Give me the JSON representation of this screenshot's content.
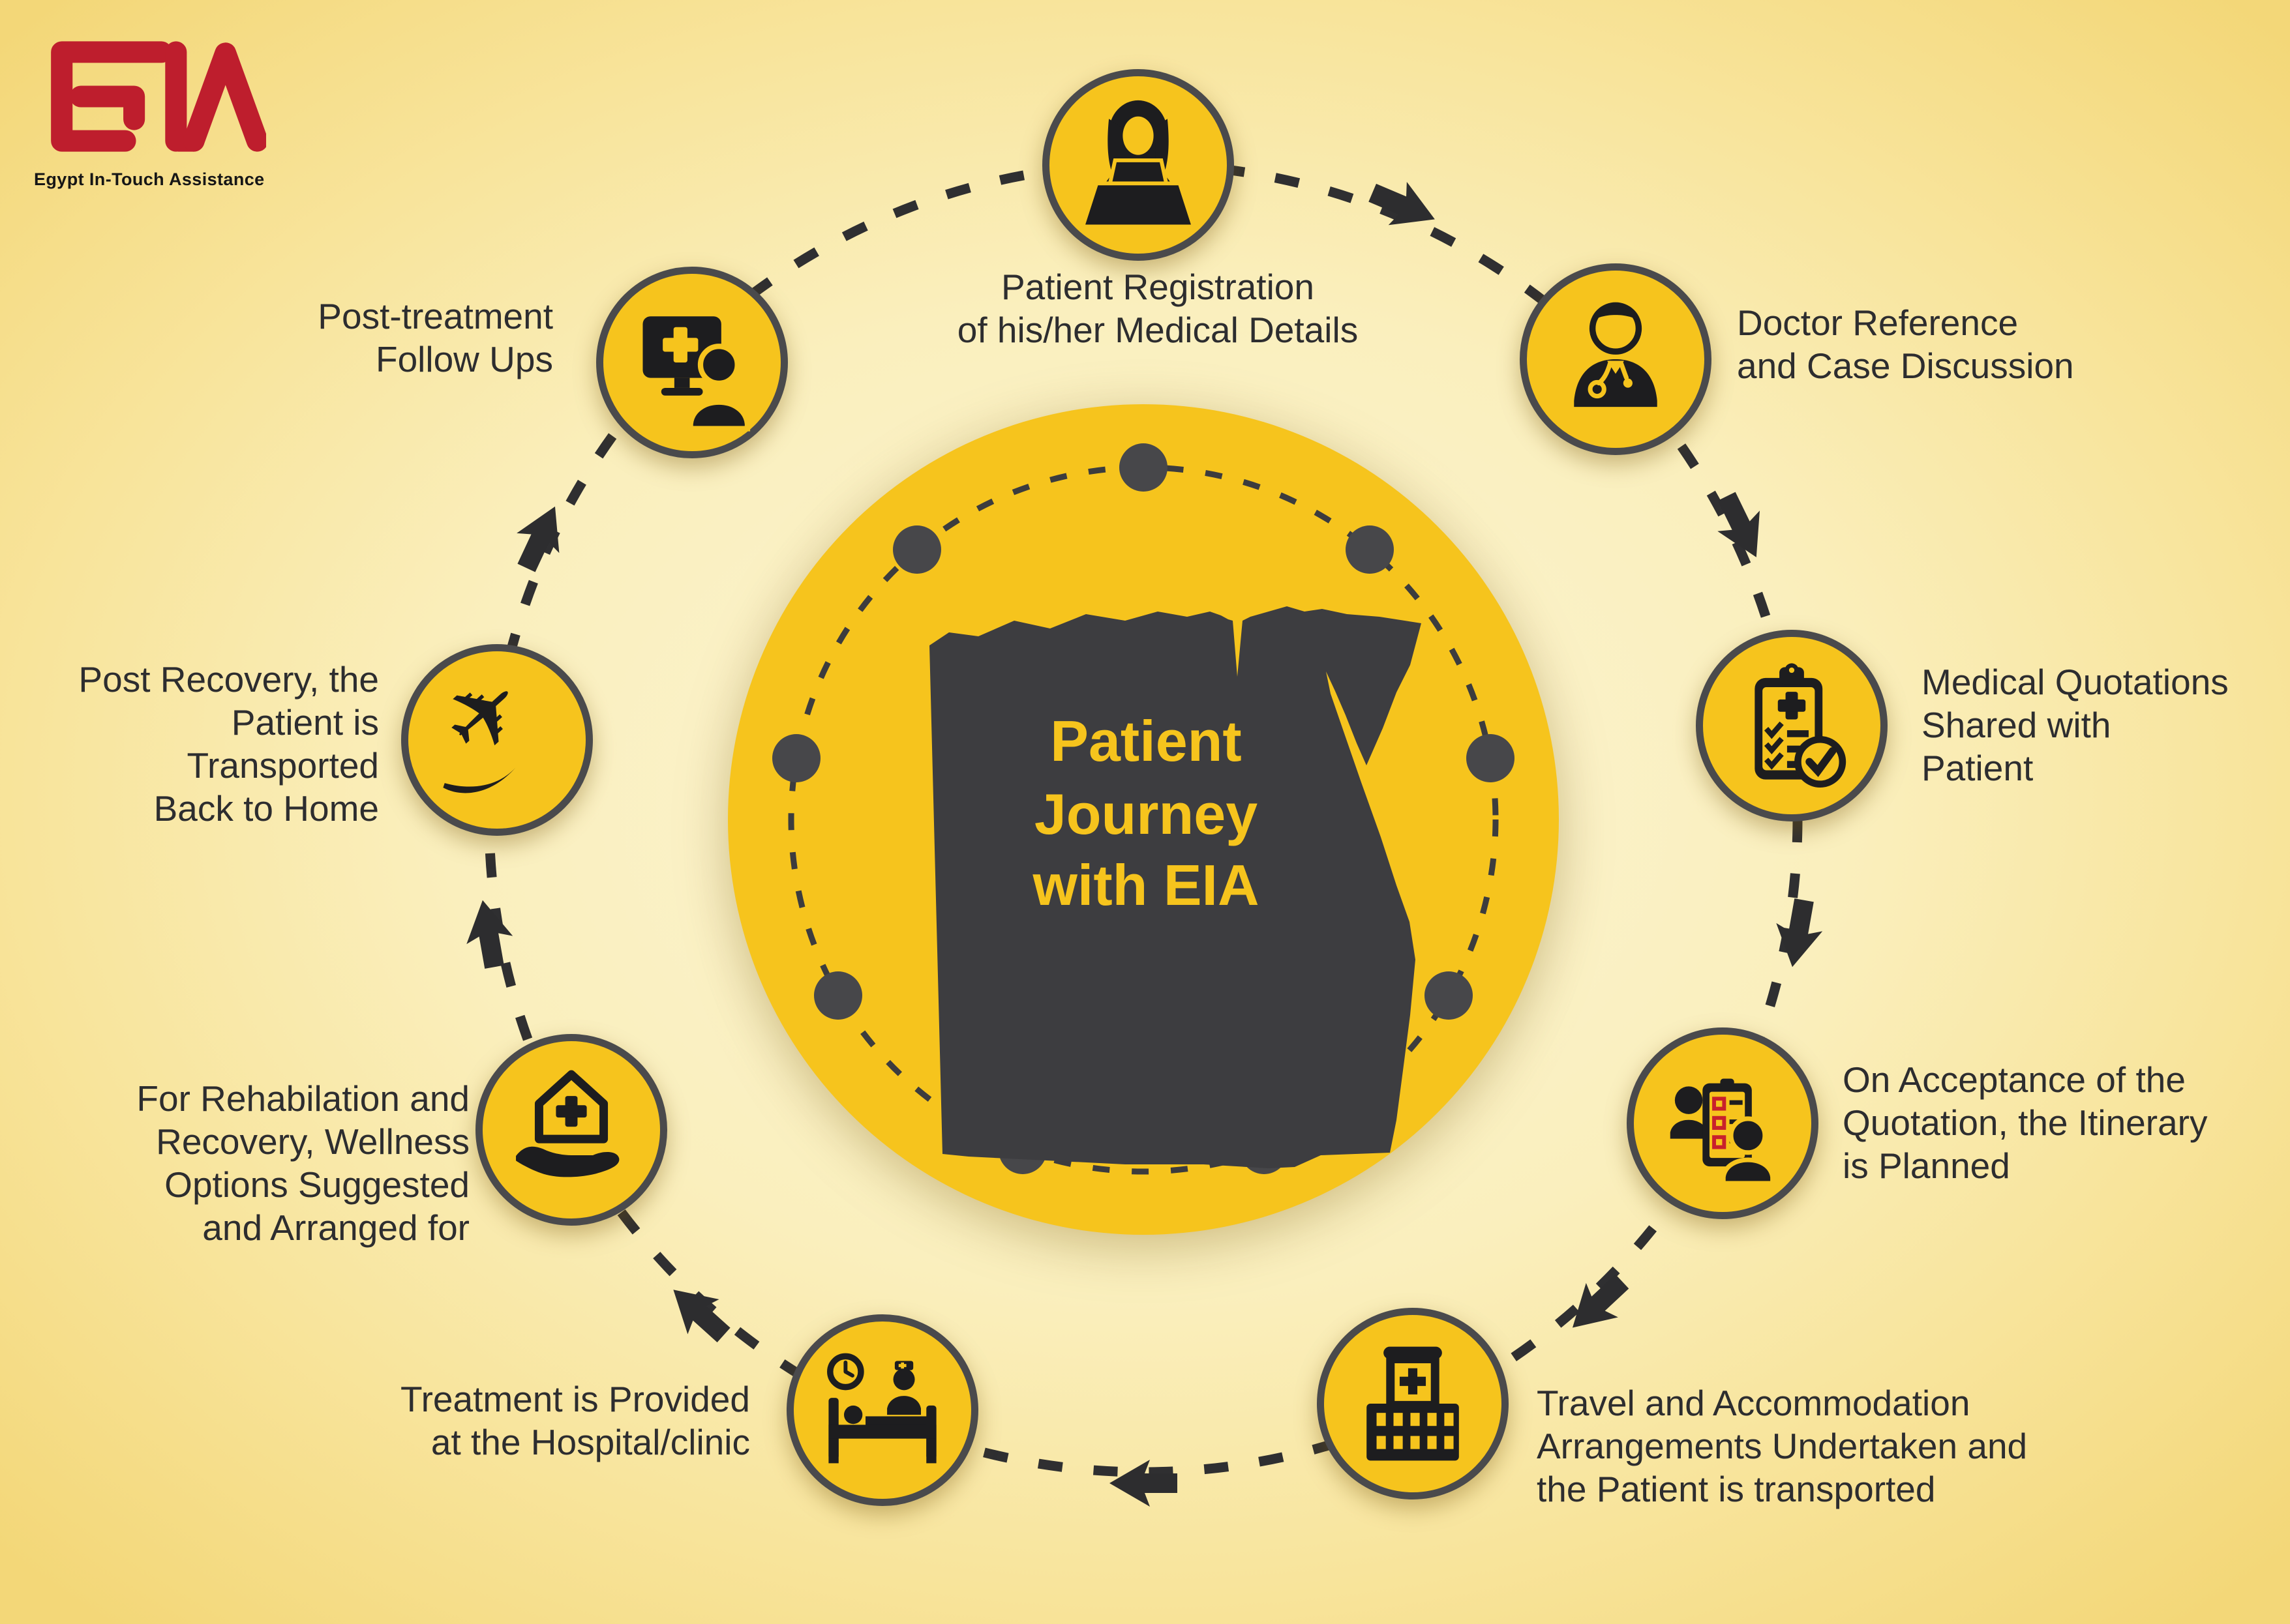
{
  "logo": {
    "name": "EIA",
    "tagline": "Egypt In-Touch Assistance",
    "color": "#be1e2d"
  },
  "center": {
    "map": "egypt-map",
    "lines": [
      "Patient",
      "Journey",
      "with EIA"
    ]
  },
  "colors": {
    "node_yellow": "#f6c41d",
    "node_border": "#4a4a4c",
    "ink": "#2d2d2f",
    "map_gray": "#3d3d40",
    "dot_gray": "#47474a",
    "accent_red": "#c8202c",
    "bg_center": "#fcf5d6",
    "bg_edge": "#f3d778"
  },
  "steps": [
    {
      "id": "patient-registration",
      "icon": "receptionist-icon",
      "lines": [
        "Patient Registration",
        "of his/her Medical Details"
      ]
    },
    {
      "id": "doctor-reference",
      "icon": "doctor-icon",
      "lines": [
        "Doctor Reference",
        "and Case Discussion"
      ]
    },
    {
      "id": "medical-quotations",
      "icon": "medical-checklist-icon",
      "lines": [
        "Medical Quotations",
        "Shared with",
        "Patient"
      ]
    },
    {
      "id": "itinerary-planned",
      "icon": "itinerary-people-icon",
      "lines": [
        "On Acceptance of the",
        "Quotation, the Itinerary",
        "is Planned"
      ]
    },
    {
      "id": "travel-accommodation",
      "icon": "hospital-building-icon",
      "lines": [
        "Travel and Accommodation",
        "Arrangements Undertaken and",
        "the Patient is transported"
      ]
    },
    {
      "id": "treatment-provided",
      "icon": "hospital-bed-icon",
      "lines": [
        "Treatment is Provided",
        "at the Hospital/clinic"
      ]
    },
    {
      "id": "rehabilitation-wellness",
      "icon": "wellness-hand-icon",
      "lines": [
        "For Rehabilation and",
        "Recovery, Wellness",
        "Options Suggested",
        "and Arranged for"
      ]
    },
    {
      "id": "post-recovery-transport",
      "icon": "airplane-icon",
      "lines": [
        "Post Recovery, the",
        "Patient is",
        "Transported",
        "Back to Home"
      ]
    },
    {
      "id": "post-treatment-followups",
      "icon": "followup-monitor-icon",
      "lines": [
        "Post-treatment",
        "Follow Ups"
      ]
    }
  ]
}
